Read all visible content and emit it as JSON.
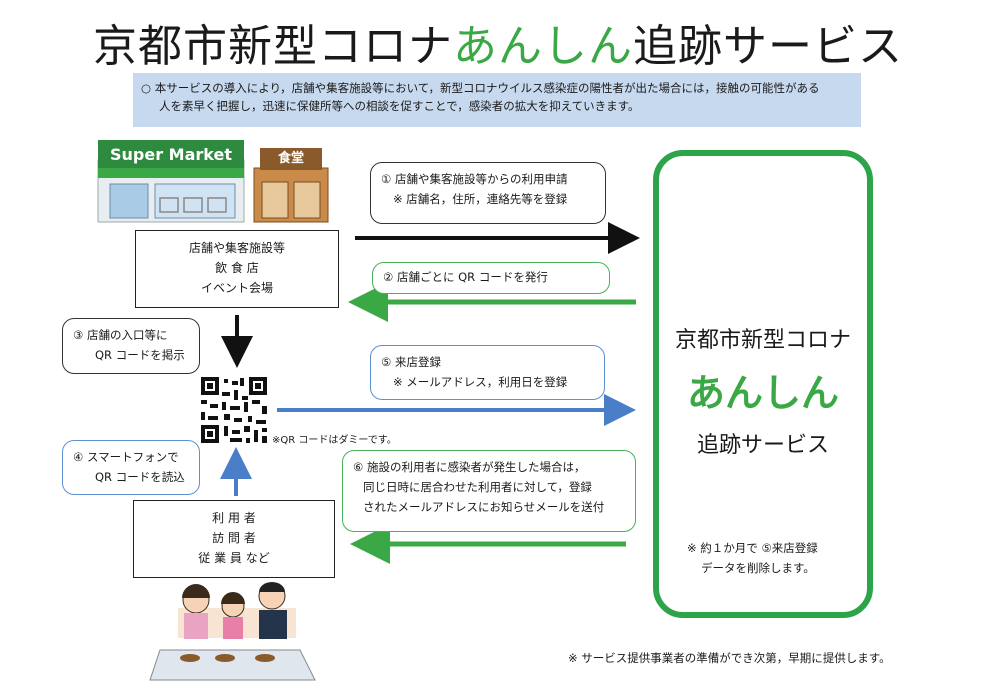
{
  "title": {
    "prefix": "京都市新型コロナ",
    "highlight": "あんしん",
    "suffix": "追跡サービス"
  },
  "intro": {
    "line1": "○ 本サービスの導入により，店舗や集客施設等において，新型コロナウイルス感染症の陽性者が出た場合には，接触の可能性がある",
    "line2": "人を素早く把握し，迅速に保健所等への相談を促すことで，感染者の拡大を抑えていきます。"
  },
  "store_sign": "Super Market",
  "restaurant_sign": "食堂",
  "facility_box": {
    "l1": "店舗や集客施設等",
    "l2": "飲 食 店",
    "l3": "イベント会場"
  },
  "step1": {
    "l1": "① 店舗や集客施設等からの利用申請",
    "l2": "※ 店舗名，住所，連絡先等を登録"
  },
  "step2": "② 店舗ごとに QR コードを発行",
  "step3": {
    "l1": "③ 店舗の入口等に",
    "l2": "QR コードを掲示"
  },
  "step4": {
    "l1": "④ スマートフォンで",
    "l2": "QR コードを読込"
  },
  "step5": {
    "l1": "⑤ 来店登録",
    "l2": "※ メールアドレス，利用日を登録"
  },
  "step6": {
    "l1": "⑥ 施設の利用者に感染者が発生した場合は，",
    "l2": "同じ日時に居合わせた利用者に対して，登録",
    "l3": "されたメールアドレスにお知らせメールを送付"
  },
  "qr_note": "※QR コードはダミーです。",
  "users_box": {
    "l1": "利 用 者",
    "l2": "訪 問 者",
    "l3": "従 業 員 など"
  },
  "service": {
    "name": "京都市新型コロナ",
    "highlight": "あんしん",
    "tail": "追跡サービス",
    "note1": "※ 約１か月で ⑤来店登録",
    "note2": "データを削除します。"
  },
  "footer": "※ サービス提供事業者の準備ができ次第，早期に提供します。",
  "colors": {
    "green": "#3aa845",
    "service_border": "#2ea44a",
    "blue_arrow": "#4a7fc8",
    "intro_bg": "#c7d9ef"
  }
}
